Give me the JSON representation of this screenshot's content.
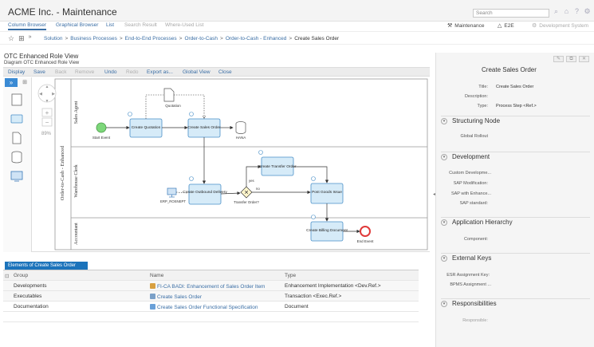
{
  "header": {
    "title": "ACME Inc. - Maintenance",
    "search_placeholder": "Search",
    "icons": [
      "binoculars-icon",
      "home-icon",
      "help-icon",
      "settings-icon"
    ]
  },
  "nav": {
    "tabs": [
      {
        "label": "Column Browser",
        "state": "active"
      },
      {
        "label": "Graphical Browser",
        "state": "normal"
      },
      {
        "label": "List",
        "state": "normal"
      },
      {
        "label": "Search Result",
        "state": "inactive"
      },
      {
        "label": "Where-Used List",
        "state": "inactive"
      }
    ],
    "right": [
      {
        "label": "Maintenance",
        "icon": "wrench-icon"
      },
      {
        "label": "E2E",
        "icon": "triangle-icon"
      },
      {
        "label": "Development System",
        "icon": "gear-icon"
      }
    ]
  },
  "breadcrumb": {
    "links": [
      "Solution",
      "Business Processes",
      "End-to-End Processes",
      "Order-to-Cash",
      "Order-to-Cash - Enhanced"
    ],
    "current": "Create Sales Order"
  },
  "diagram": {
    "title": "OTC Enhanced Role View",
    "subtitle": "Diagram OTC Enhanced Role View",
    "toolbar": [
      {
        "label": "Display",
        "enabled": true
      },
      {
        "label": "Save",
        "enabled": true
      },
      {
        "label": "Back",
        "enabled": false
      },
      {
        "label": "Remove",
        "enabled": false
      },
      {
        "label": "Undo",
        "enabled": true
      },
      {
        "label": "Redo",
        "enabled": false
      },
      {
        "label": "Export as...",
        "enabled": true
      },
      {
        "label": "Global View",
        "enabled": true
      },
      {
        "label": "Close",
        "enabled": true
      }
    ],
    "zoom": "89%",
    "pool_label": "Order-to-Cash - Enhanced",
    "lanes": [
      "Sales Agent",
      "Warehouse Clerk",
      "Accountant"
    ],
    "nodes": {
      "start_event": "Start Event",
      "quotation": "Quotation",
      "create_quotation": "Create Quotation",
      "create_sales_order": "Create Sales Order",
      "hana": "HANA",
      "create_transfer_order": "Create Transfer Order",
      "create_outbound_delivery": "Create Outbound Delivery",
      "erp": "ERP_ROSNEPT",
      "transfer_order_q": "Transfer Order?",
      "gw_yes": "yes",
      "gw_no": "no",
      "post_goods_issue": "Post Goods Issue",
      "create_billing_document": "Create Billing Document",
      "end_event": "End Event"
    }
  },
  "elements": {
    "tab_label": "Elements of Create Sales Order",
    "columns": [
      "Group",
      "Name",
      "Type"
    ],
    "rows": [
      {
        "group": "Developments",
        "name": "FI-CA BADI: Enhancement of Sales Order Item",
        "type": "Enhancement Implementation <Dev.Ref.>"
      },
      {
        "group": "Executables",
        "name": "Create Sales Order",
        "type": "Transaction <Exec.Ref.>"
      },
      {
        "group": "Documentation",
        "name": "Create Sales Order Functional Specification",
        "type": "Document"
      }
    ]
  },
  "detail": {
    "title": "Create Sales Order",
    "fields": [
      {
        "label": "Title:",
        "value": "Create Sales Order"
      },
      {
        "label": "Description:",
        "value": ""
      },
      {
        "label": "Type:",
        "value": "Process Step <Ref.>"
      }
    ],
    "sections": [
      {
        "name": "Structuring Node",
        "fields": [
          "Global Rollout"
        ]
      },
      {
        "name": "Development",
        "fields": [
          "Custom Developme...",
          "SAP Modification:",
          "SAP with Enhance...",
          "SAP standard:"
        ]
      },
      {
        "name": "Application Hierarchy",
        "fields": [
          "Component:"
        ]
      },
      {
        "name": "External Keys",
        "fields": [
          "ESR Assignment Key:",
          "BPMS Assignment ..."
        ]
      },
      {
        "name": "Responsibilities",
        "fields": [
          "Responsible:"
        ]
      }
    ]
  },
  "colors": {
    "accent": "#3a6ea5",
    "task_fill": "#d6ebf8",
    "task_stroke": "#4a90c8",
    "start_green": "#7dd77a",
    "end_red": "#e03a3a",
    "tab_blue": "#1b73bb"
  }
}
